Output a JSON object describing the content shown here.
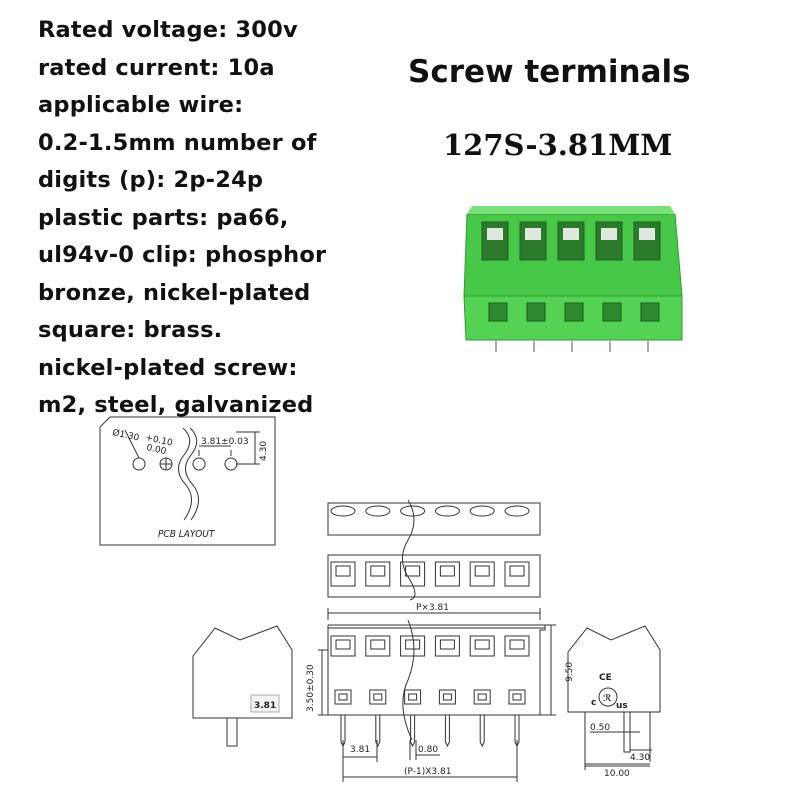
{
  "specs": {
    "lines": [
      "Rated voltage: 300v",
      "rated current: 10a",
      "applicable wire:",
      "0.2-1.5mm number of",
      "digits (p): 2p-24p",
      "plastic parts: pa66,",
      "ul94v-0 clip: phosphor",
      "bronze, nickel-plated",
      "square: brass.",
      "nickel-plated screw:",
      "m2, steel, galvanized"
    ]
  },
  "header": {
    "title": "Screw terminals",
    "model": "127S-3.81MM"
  },
  "product": {
    "body_color": "#4bcc4b",
    "pins": 5
  },
  "pcb_layout": {
    "caption": "PCB LAYOUT",
    "hole_dia": "Ø1.30",
    "tol_plus": "+0.10",
    "tol_minus": "0.00",
    "pitch": "3.81±0.03",
    "row_offset": "4.30"
  },
  "drawing": {
    "px_label": "P×3.81",
    "p1_label": "(P-1)X3.81",
    "height_label": "9.50",
    "pin_height": "3.50±0.30",
    "pitch": "3.81",
    "pin_width": "0.80",
    "side_pitch": "3.81",
    "pin_thick": "0.50",
    "pin_offset": "4.30",
    "depth": "10.00",
    "ce_mark": "CE",
    "cert_c": "c",
    "cert_us": "us"
  }
}
